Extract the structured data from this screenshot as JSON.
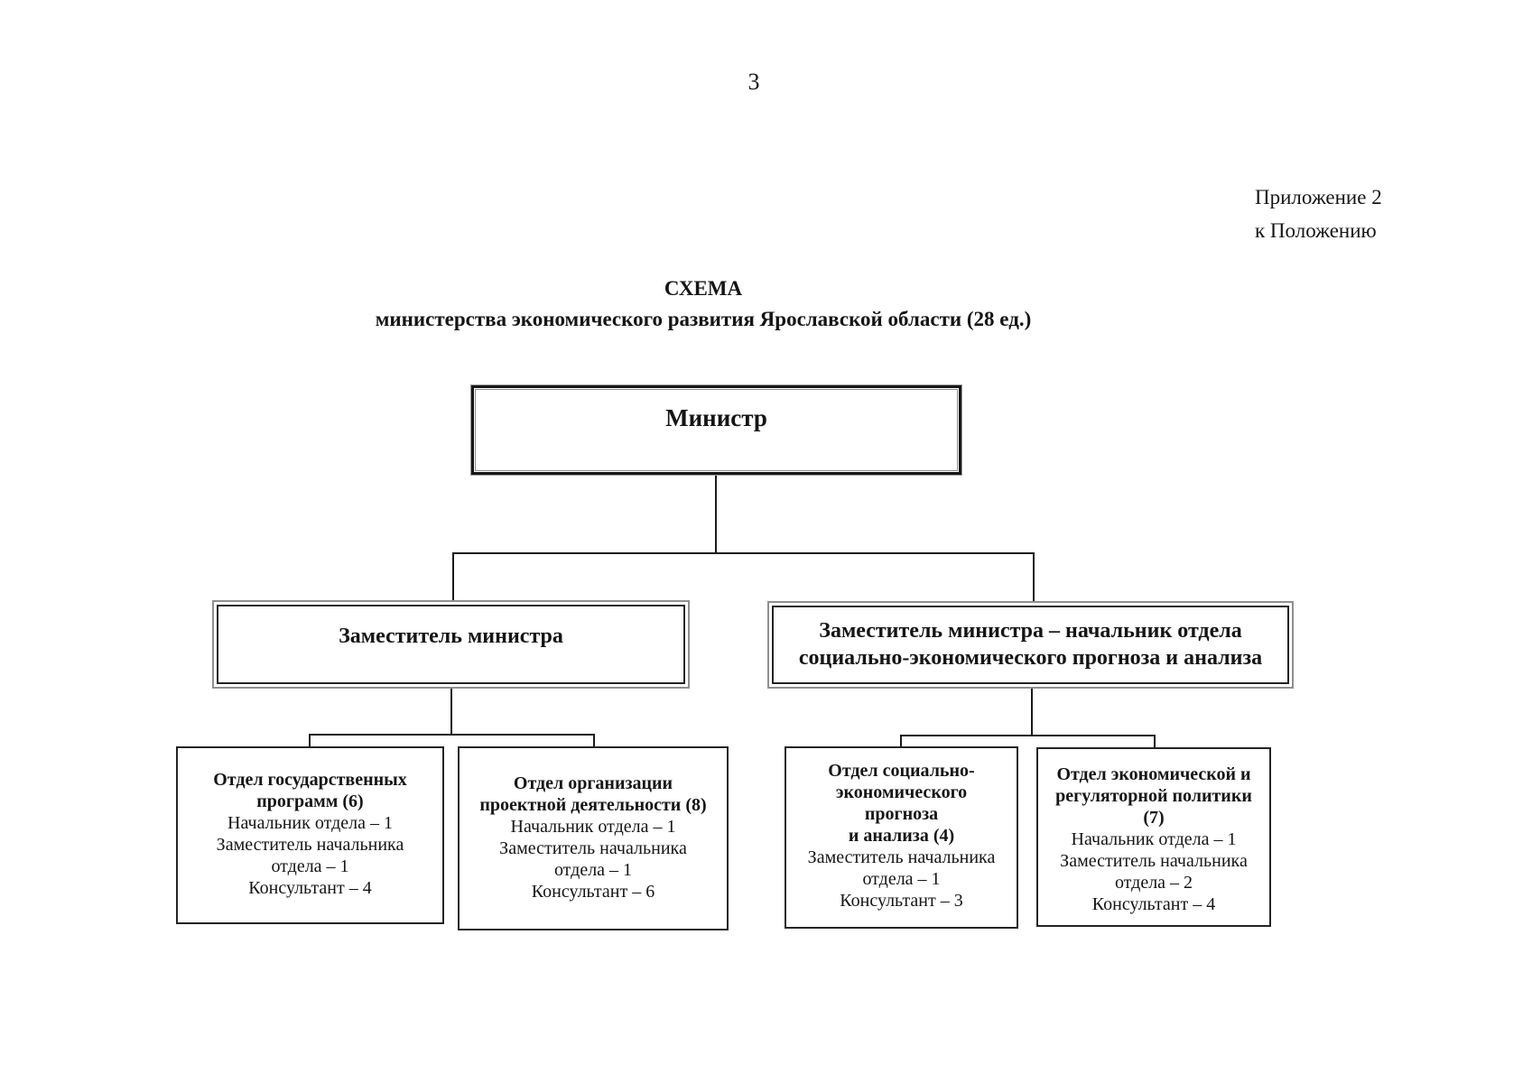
{
  "page": {
    "number": "3",
    "appendix_line1": "Приложение 2",
    "appendix_line2": "к Положению",
    "title": "СХЕМА",
    "subtitle": "министерства экономического развития Ярославской области (28 ед.)"
  },
  "org": {
    "minister": {
      "label": "Министр"
    },
    "deputy_left": {
      "line1": "Заместитель министра"
    },
    "deputy_right": {
      "line1": "Заместитель министра – начальник отдела",
      "line2": "социально-экономического прогноза и анализа"
    },
    "dept_state_programs": {
      "title": [
        "Отдел государственных",
        "программ (6)"
      ],
      "staff": [
        "Начальник отдела – 1",
        "Заместитель начальника",
        "отдела – 1",
        "Консультант – 4"
      ]
    },
    "dept_project_activity": {
      "title": [
        "Отдел организации",
        "проектной деятельности (8)"
      ],
      "staff": [
        "Начальник отдела – 1",
        "Заместитель начальника",
        "отдела – 1",
        "Консультант – 6"
      ]
    },
    "dept_forecast_analysis": {
      "title": [
        "Отдел социально-",
        "экономического",
        "прогноза",
        "и анализа (4)"
      ],
      "staff": [
        "Заместитель начальника",
        "отдела – 1",
        "Консультант – 3"
      ]
    },
    "dept_economic_policy": {
      "title": [
        "Отдел экономической и",
        "регуляторной политики",
        "(7)"
      ],
      "staff": [
        "Начальник отдела – 1",
        "Заместитель начальника",
        "отдела – 2",
        "Консультант – 4"
      ]
    }
  },
  "style": {
    "line_color": "#1a1a1a",
    "ink_color": "#151515"
  }
}
